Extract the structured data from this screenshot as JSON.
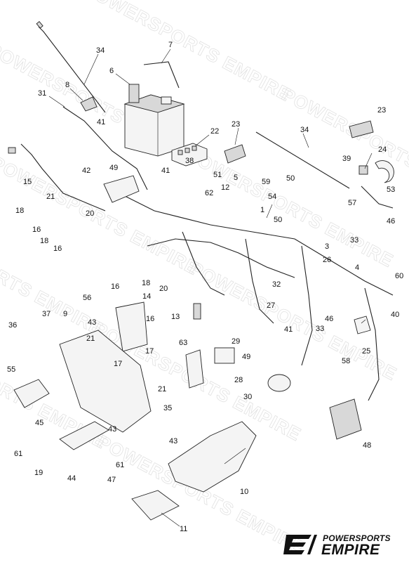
{
  "brand": {
    "line1": "POWERSPORTS",
    "line2": "EMPIRE"
  },
  "watermark_text": "POWERSPORTS EMPIRE",
  "callouts": [
    "34",
    "7",
    "6",
    "8",
    "31",
    "41",
    "22",
    "23",
    "34",
    "23",
    "24",
    "39",
    "53",
    "49",
    "41",
    "38",
    "51",
    "5",
    "12",
    "59",
    "50",
    "54",
    "42",
    "15",
    "18",
    "21",
    "16",
    "18",
    "20",
    "16",
    "62",
    "1",
    "50",
    "57",
    "46",
    "3",
    "33",
    "26",
    "4",
    "60",
    "32",
    "16",
    "18",
    "20",
    "14",
    "56",
    "37",
    "36",
    "9",
    "43",
    "16",
    "13",
    "63",
    "21",
    "17",
    "17",
    "29",
    "49",
    "28",
    "30",
    "35",
    "55",
    "21",
    "45",
    "43",
    "61",
    "19",
    "44",
    "47",
    "61",
    "43",
    "10",
    "11",
    "27",
    "41",
    "46",
    "33",
    "25",
    "58",
    "48",
    "40"
  ]
}
